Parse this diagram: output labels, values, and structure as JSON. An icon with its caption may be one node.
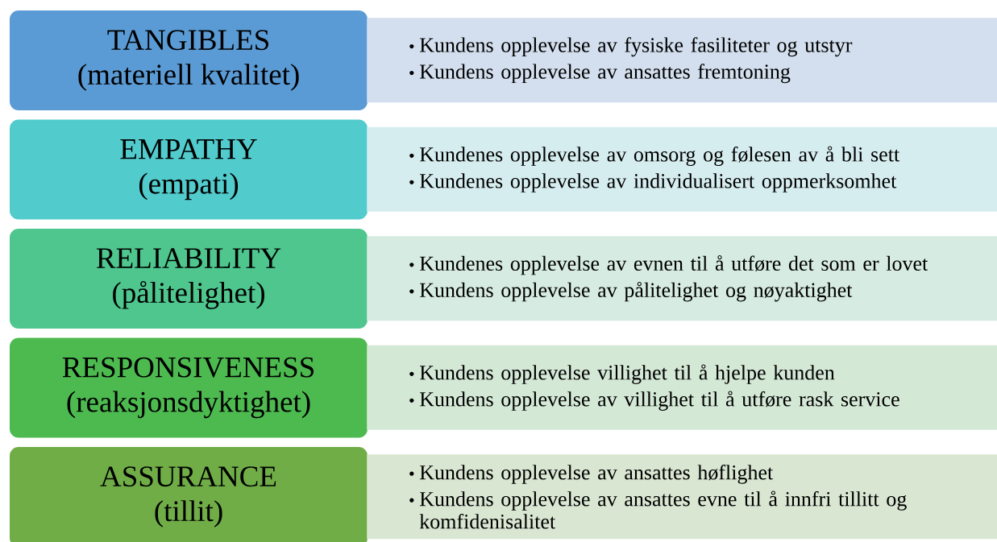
{
  "diagram": {
    "nodes": [
      {
        "text": [
          "TANGIBLES",
          "(materiell kvalitet)"
        ]
      },
      {
        "text": [
          "Kundens opplevelse av fysiske fasiliteter og utstyr",
          "Kundens opplevelse av ansattes fremtoning"
        ]
      },
      {
        "text": [
          "EMPATHY",
          "(empati)"
        ]
      },
      {
        "text": [
          "Kundenes opplevelse av omsorg og følesen av å bli sett",
          "Kundenes opplevelse av individualisert oppmerksomhet"
        ]
      },
      {
        "text": [
          "RELIABILITY",
          "(pålitelighet)"
        ]
      },
      {
        "text": [
          "Kundenes opplevelse av evnen til å utføre det som er lovet",
          "Kundens opplevelse av pålitelighet og nøyaktighet"
        ]
      },
      {
        "text": [
          "RESPONSIVENESS",
          "(reaksjonsdyktighet)"
        ]
      },
      {
        "text": [
          "Kundens opplevelse villighet til å hjelpe kunden",
          "Kundens opplevelse av villighet til å utføre rask service"
        ]
      },
      {
        "text": [
          "ASSURANCE",
          "(tillit)"
        ]
      },
      {
        "text": [
          "Kundens opplevelse av ansattes høflighet",
          "Kundens opplevelse av ansattes evne til å innfri tillitt og komfidenisalitet"
        ]
      }
    ]
  }
}
